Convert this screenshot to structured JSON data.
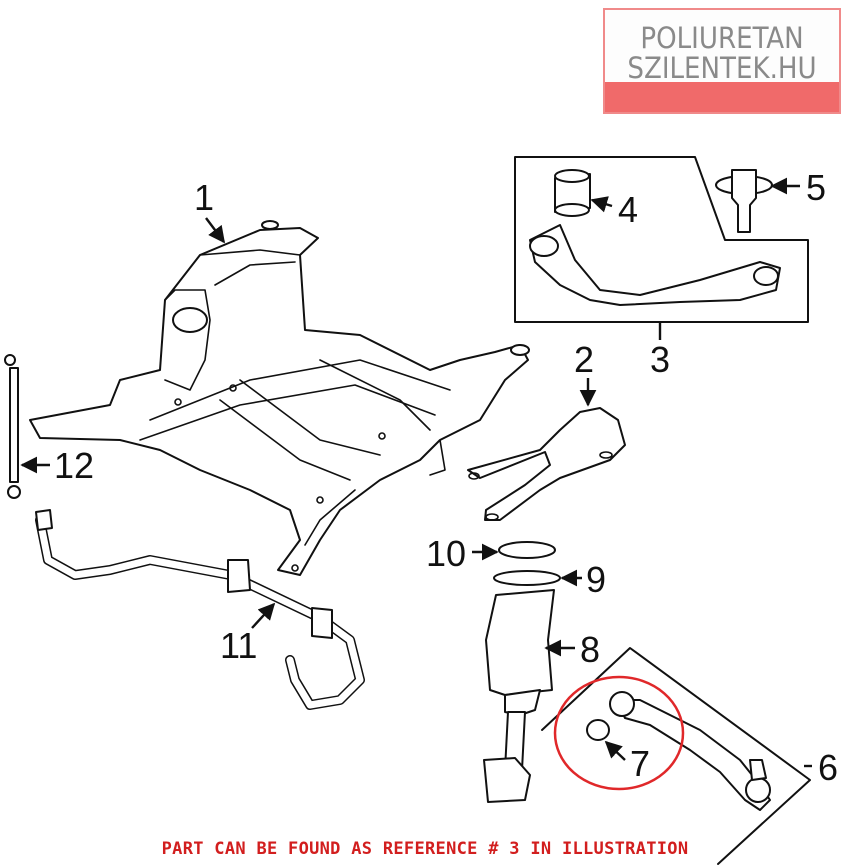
{
  "badge": {
    "line1": "POLIURETAN",
    "line2": "SZILENTEK.HU"
  },
  "callouts": {
    "c1": "1",
    "c2": "2",
    "c3": "3",
    "c4": "4",
    "c5": "5",
    "c6": "6",
    "c7": "7",
    "c8": "8",
    "c9": "9",
    "c10": "10",
    "c11": "11",
    "c12": "12"
  },
  "caption": "PART CAN BE FOUND AS REFERENCE # 3 IN ILLUSTRATION",
  "colors": {
    "caption": "#d21e1e",
    "highlight_ring": "#e0282a",
    "badge_bar": "#f06a6a"
  }
}
